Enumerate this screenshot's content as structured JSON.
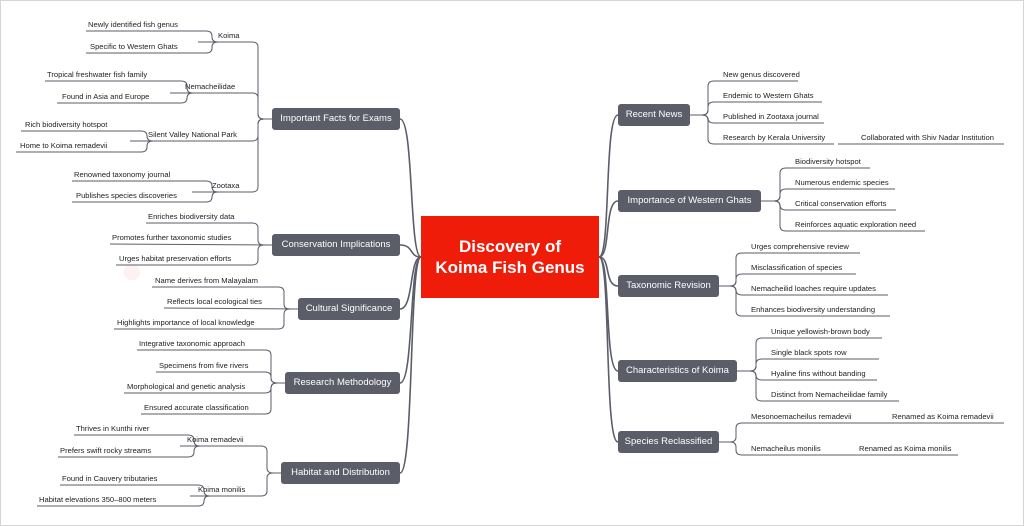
{
  "center": {
    "title": "Discovery of Koima Fish Genus"
  },
  "branches": {
    "recent_news": {
      "label": "Recent News",
      "items": [
        "New genus discovered",
        "Endemic to Western Ghats",
        "Published in Zootaxa journal",
        "Research by Kerala University"
      ],
      "sub": "Collaborated with Shiv Nadar Institution"
    },
    "western_ghats": {
      "label": "Importance of Western Ghats",
      "items": [
        "Biodiversity hotspot",
        "Numerous endemic species",
        "Critical conservation efforts",
        "Reinforces aquatic exploration need"
      ]
    },
    "taxonomic": {
      "label": "Taxonomic Revision",
      "items": [
        "Urges comprehensive review",
        "Misclassification of species",
        "Nemacheilid loaches require updates",
        "Enhances biodiversity understanding"
      ]
    },
    "characteristics": {
      "label": "Characteristics of Koima",
      "items": [
        "Unique yellowish-brown body",
        "Single black spots row",
        "Hyaline fins without banding",
        "Distinct from Nemacheilidae family"
      ]
    },
    "reclassified": {
      "label": "Species Reclassified",
      "items": [
        "Mesonoemacheilus remadevii",
        "Nemacheilus monilis"
      ],
      "subs": [
        "Renamed as Koima remadevii",
        "Renamed as Koima monilis"
      ]
    },
    "facts": {
      "label": "Important Facts for Exams",
      "groups": [
        {
          "label": "Koima",
          "items": [
            "Newly identified fish genus",
            "Specific to Western Ghats"
          ]
        },
        {
          "label": "Nemacheilidae",
          "items": [
            "Tropical freshwater fish family",
            "Found in Asia and Europe"
          ]
        },
        {
          "label": "Silent Valley National Park",
          "items": [
            "Rich biodiversity hotspot",
            "Home to Koima remadevii"
          ]
        },
        {
          "label": "Zootaxa",
          "items": [
            "Renowned taxonomy journal",
            "Publishes species discoveries"
          ]
        }
      ]
    },
    "conservation": {
      "label": "Conservation Implications",
      "items": [
        "Enriches biodiversity data",
        "Promotes further taxonomic studies",
        "Urges habitat preservation efforts"
      ]
    },
    "cultural": {
      "label": "Cultural Significance",
      "items": [
        "Name derives from Malayalam",
        "Reflects local ecological ties",
        "Highlights importance of local knowledge"
      ]
    },
    "research": {
      "label": "Research Methodology",
      "items": [
        "Integrative taxonomic approach",
        "Specimens from five rivers",
        "Morphological and genetic analysis",
        "Ensured accurate classification"
      ]
    },
    "habitat": {
      "label": "Habitat and Distribution",
      "groups": [
        {
          "label": "Koima remadevii",
          "items": [
            "Thrives in Kunthi river",
            "Prefers swift rocky streams"
          ]
        },
        {
          "label": "Koima monilis",
          "items": [
            "Found in Cauvery tributaries",
            "Habitat elevations 350–800 meters"
          ]
        }
      ]
    }
  },
  "colors": {
    "center": "#ef1c0a",
    "branch": "#5b5e69",
    "line": "#5b5e69"
  }
}
